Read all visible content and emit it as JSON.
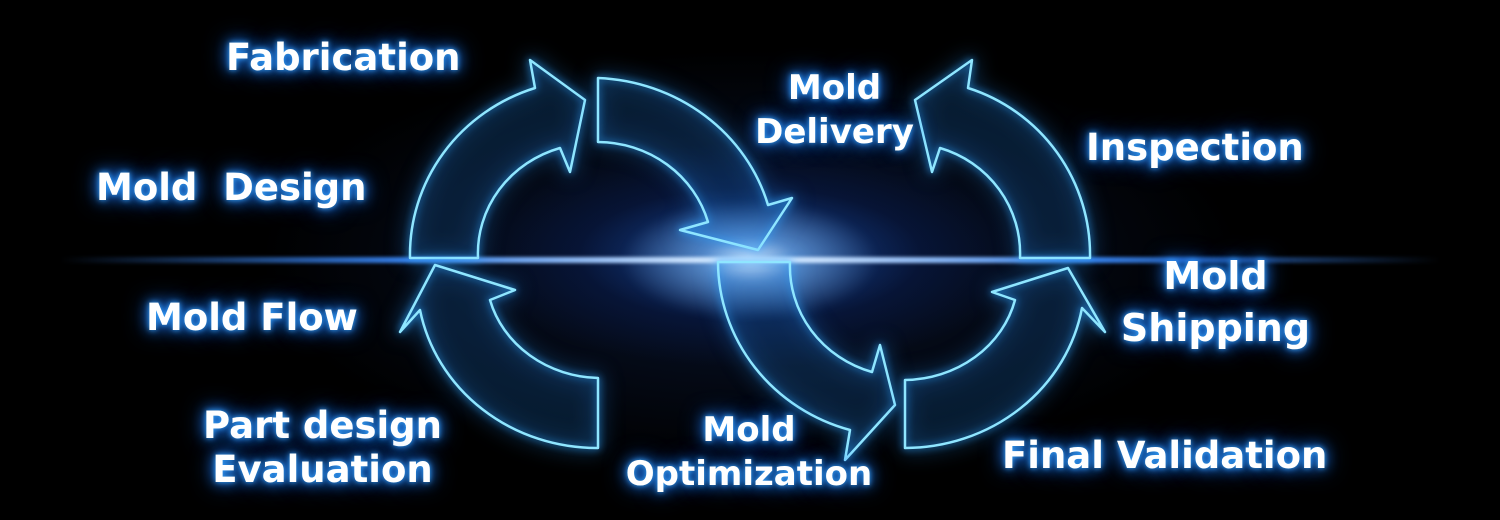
{
  "labels": {
    "fabrication": "Fabrication",
    "mold_design": "Mold  Design",
    "mold_flow": "Mold Flow",
    "part_design_1": "Part design",
    "part_design_2": "Evaluation",
    "mold_delivery_1": "Mold",
    "mold_delivery_2": "Delivery",
    "mold_optimization_1": "Mold",
    "mold_optimization_2": "Optimization",
    "inspection": "Inspection",
    "mold_shipping_1": "Mold",
    "mold_shipping_2": "Shipping",
    "final_validation": "Final Validation"
  },
  "colors": {
    "background": "#000000",
    "glow": "#1e7dff",
    "arrow_stroke": "#8fe6ff",
    "text": "#ffffff"
  }
}
